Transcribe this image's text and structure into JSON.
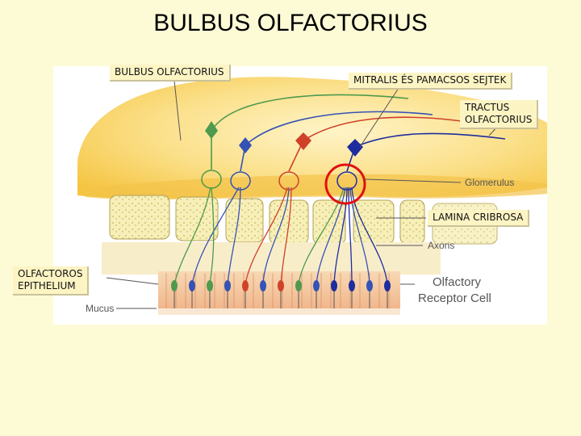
{
  "title": "BULBUS OLFACTORIUS",
  "labels": {
    "bulbus": "BULBUS OLFACTORIUS",
    "mitralis": "MITRALIS ÉS PAMACSOS SEJTEK",
    "tractus_line1": "TRACTUS",
    "tractus_line2": "OLFACTORIUS",
    "lamina": "LAMINA CRIBROSA",
    "epithelium_line1": "OLFACTOROS",
    "epithelium_line2": "EPITHELIUM"
  },
  "figure_labels": {
    "glomerulus": "Glomerulus",
    "axons": "Axons",
    "receptor_line1": "Olfactory",
    "receptor_line2": "Receptor Cell",
    "mucus": "Mucus"
  },
  "colors": {
    "background": "#fdfbd6",
    "label_box": "#fdf4c4",
    "bulb": "#f7cf4f",
    "bone": "#f6eeb4",
    "epithelium": "#f3c39a",
    "highlight_circle": "#e01010",
    "neuron_green": "#4e9a4e",
    "neuron_blue": "#3552b5",
    "neuron_red": "#d0412a",
    "neuron_navy": "#1e2d9e"
  }
}
